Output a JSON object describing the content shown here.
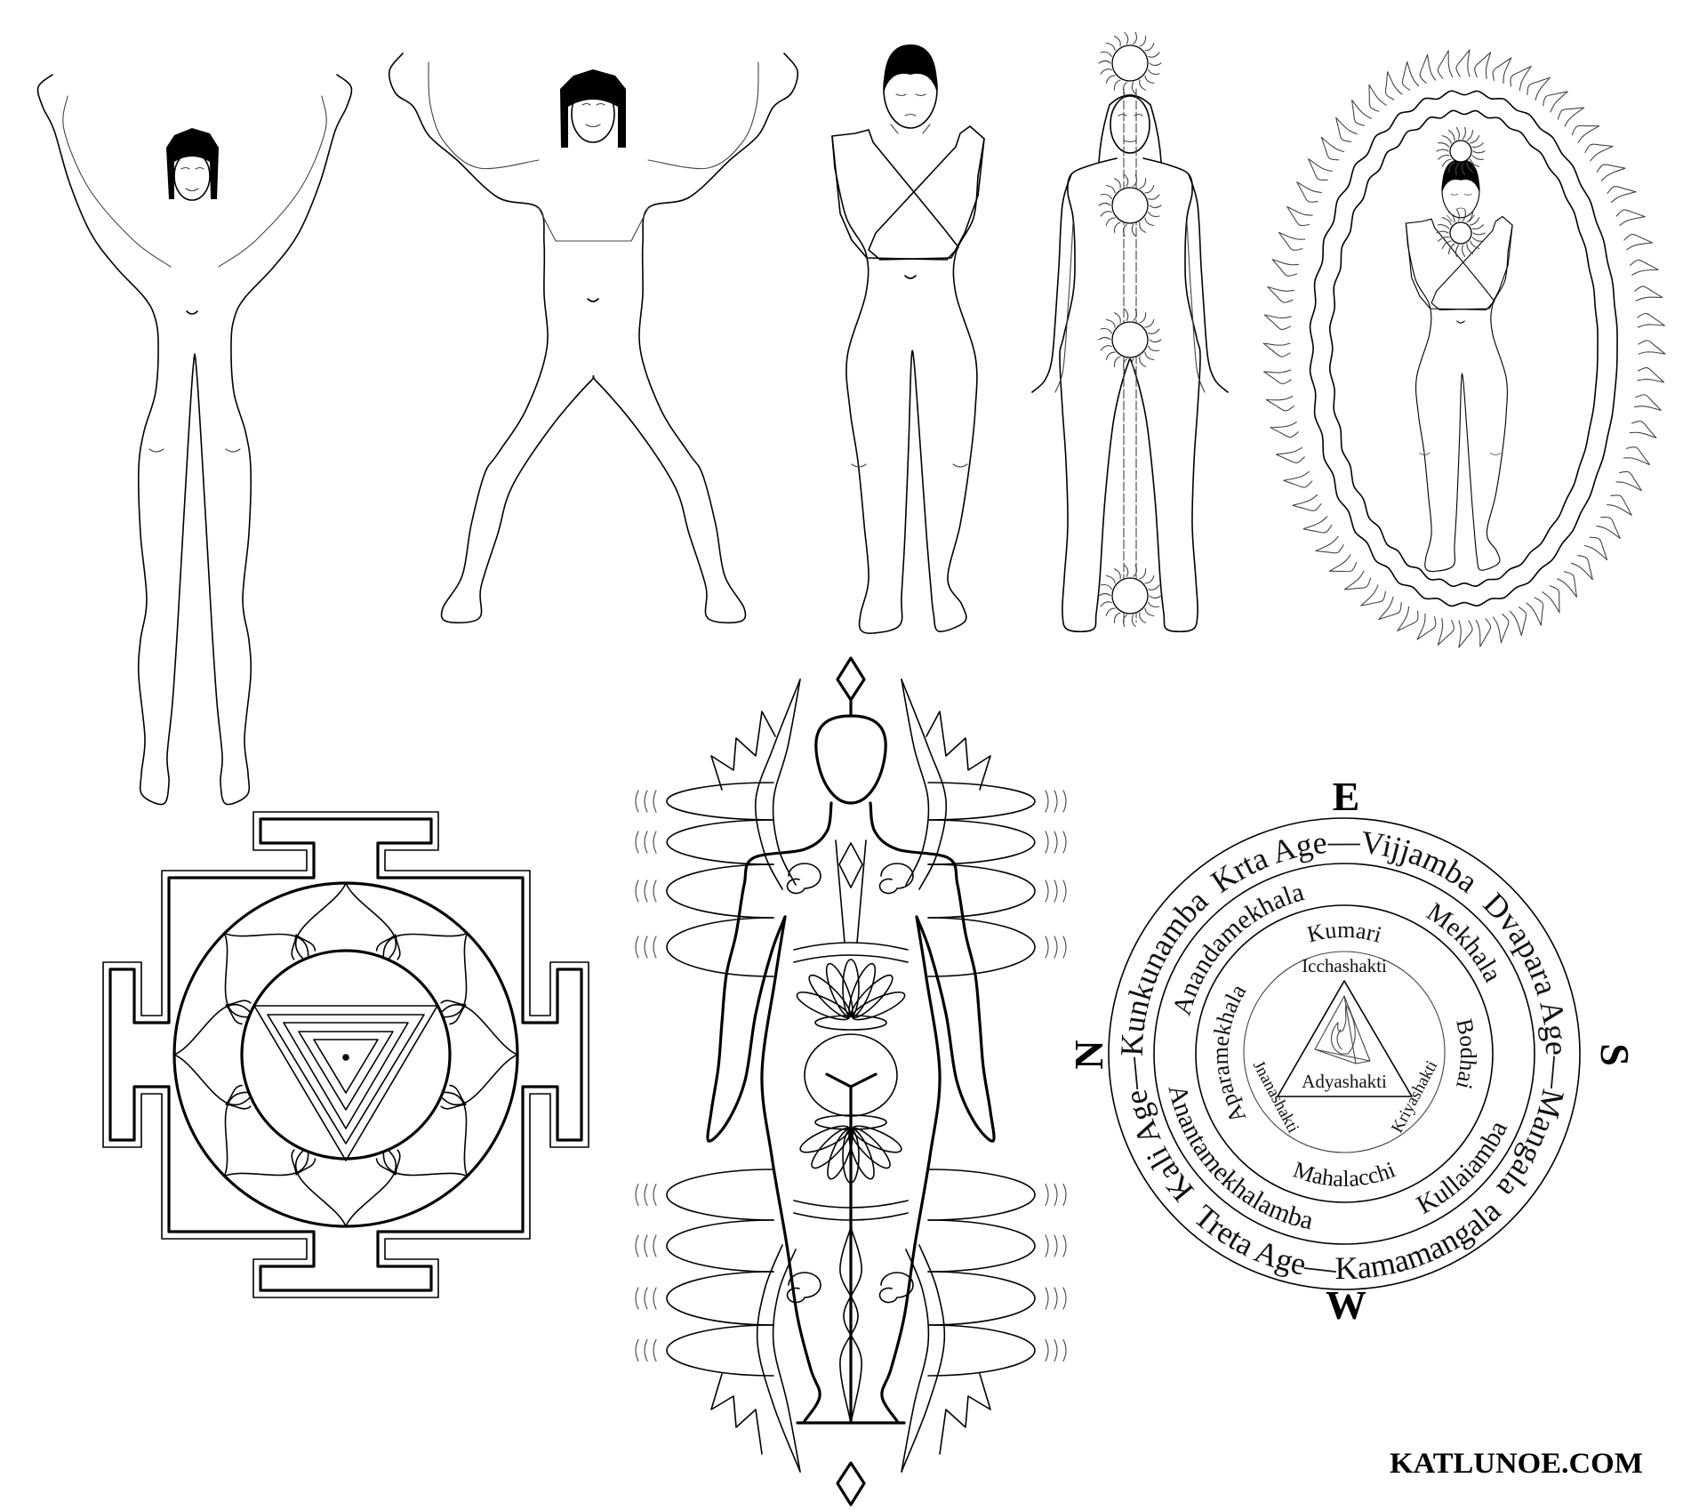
{
  "diagram": {
    "compass": {
      "east": "E",
      "south": "S",
      "west": "W",
      "north": "N"
    },
    "outer_ring": [
      "Krta Age—Vijjamba",
      "Dvapara Age—Mangala",
      "Treta Age—Kamamangala",
      "Kali Age—Kunkunamba"
    ],
    "middle_ring": [
      "Anandamekhala",
      "Mekhala",
      "Kullaiamba",
      "Anantamekhalamba"
    ],
    "inner_ring": [
      "Kumari",
      "Bodhai",
      "Mahalacchi",
      "Aparamekhala"
    ],
    "triangle": {
      "top": "Icchashakti",
      "left": "Jnanashakti",
      "right": "Kriyashakti",
      "center": "Adyashakti"
    }
  },
  "watermark": "KATLUNOE.COM",
  "colors": {
    "ink": "#000000",
    "background": "#ffffff",
    "faint_ink": "#444444"
  }
}
